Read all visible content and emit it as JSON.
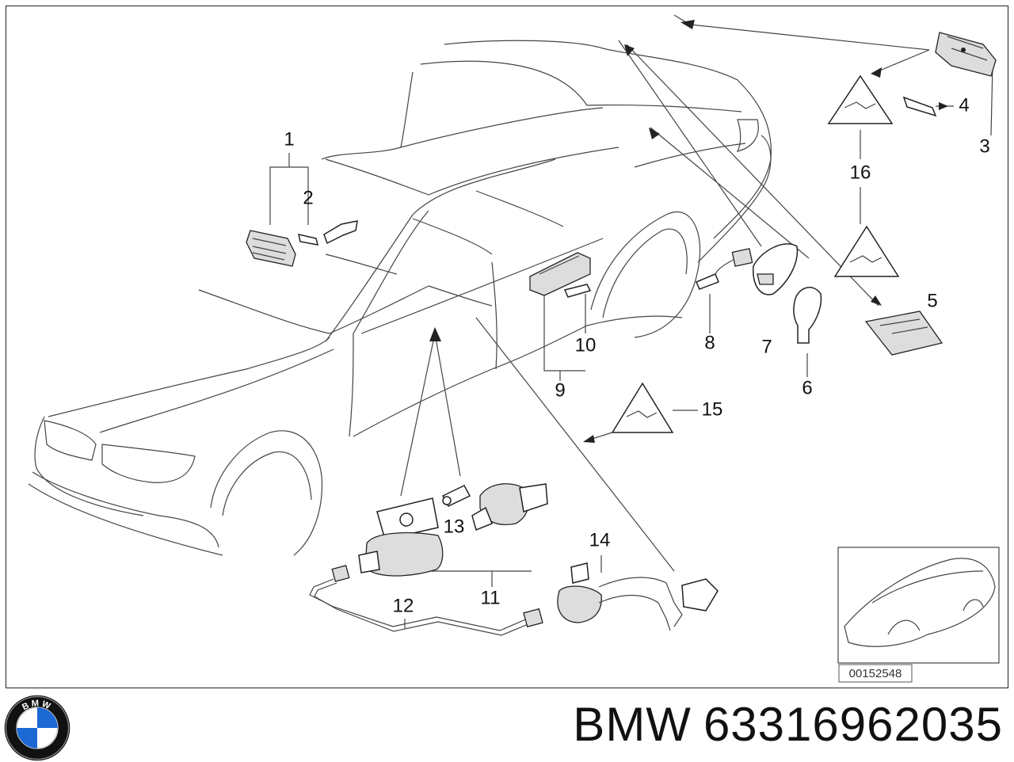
{
  "diagram": {
    "callouts": {
      "c1": "1",
      "c2": "2",
      "c3": "3",
      "c4": "4",
      "c5": "5",
      "c6": "6",
      "c7": "7",
      "c8": "8",
      "c9": "9",
      "c10": "10",
      "c11": "11",
      "c12": "12",
      "c13": "13",
      "c14": "14",
      "c15": "15",
      "c16": "16"
    },
    "figure_id": "00152548"
  },
  "footer": {
    "brand": "BMW",
    "part_number": "63316962035",
    "logo_letters": "BMW",
    "colors": {
      "logo_blue": "#1c69d4",
      "logo_ring": "#111111"
    }
  }
}
